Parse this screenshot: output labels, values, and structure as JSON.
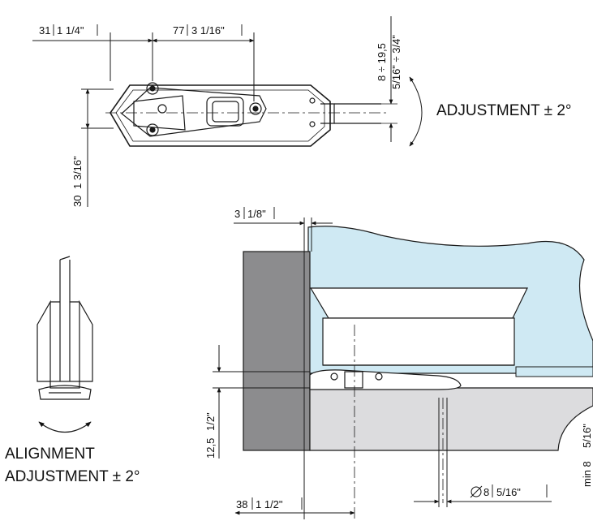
{
  "labels": {
    "dim_top_left": "31",
    "dim_top_left_in": "1 1/4\"",
    "dim_top_mid": "77",
    "dim_top_mid_in": "3 1/16\"",
    "dim_side_left": "30",
    "dim_side_left_in": "1 3/16\"",
    "dim_right_mm": "8 ÷ 19,5",
    "dim_right_in": "5/16\" ÷ 3/4\"",
    "adjustment_top": "ADJUSTMENT ± 2°",
    "dim_gap": "3",
    "dim_gap_in": "1/8\"",
    "dim_height": "12,5",
    "dim_height_in": "1/2\"",
    "alignment_line1": "ALIGNMENT",
    "alignment_line2": "ADJUSTMENT ± 2°",
    "dim_depth": "38",
    "dim_depth_in": "1 1/2\"",
    "dim_diameter": "8",
    "dim_diameter_in": "5/16\"",
    "dim_min": "min 8",
    "dim_min_in": "5/16\""
  },
  "colors": {
    "glass": "#cfe9f3",
    "wall_dark": "#8c8c8e",
    "floor": "#dcdcde",
    "line": "#1a1a1a"
  }
}
